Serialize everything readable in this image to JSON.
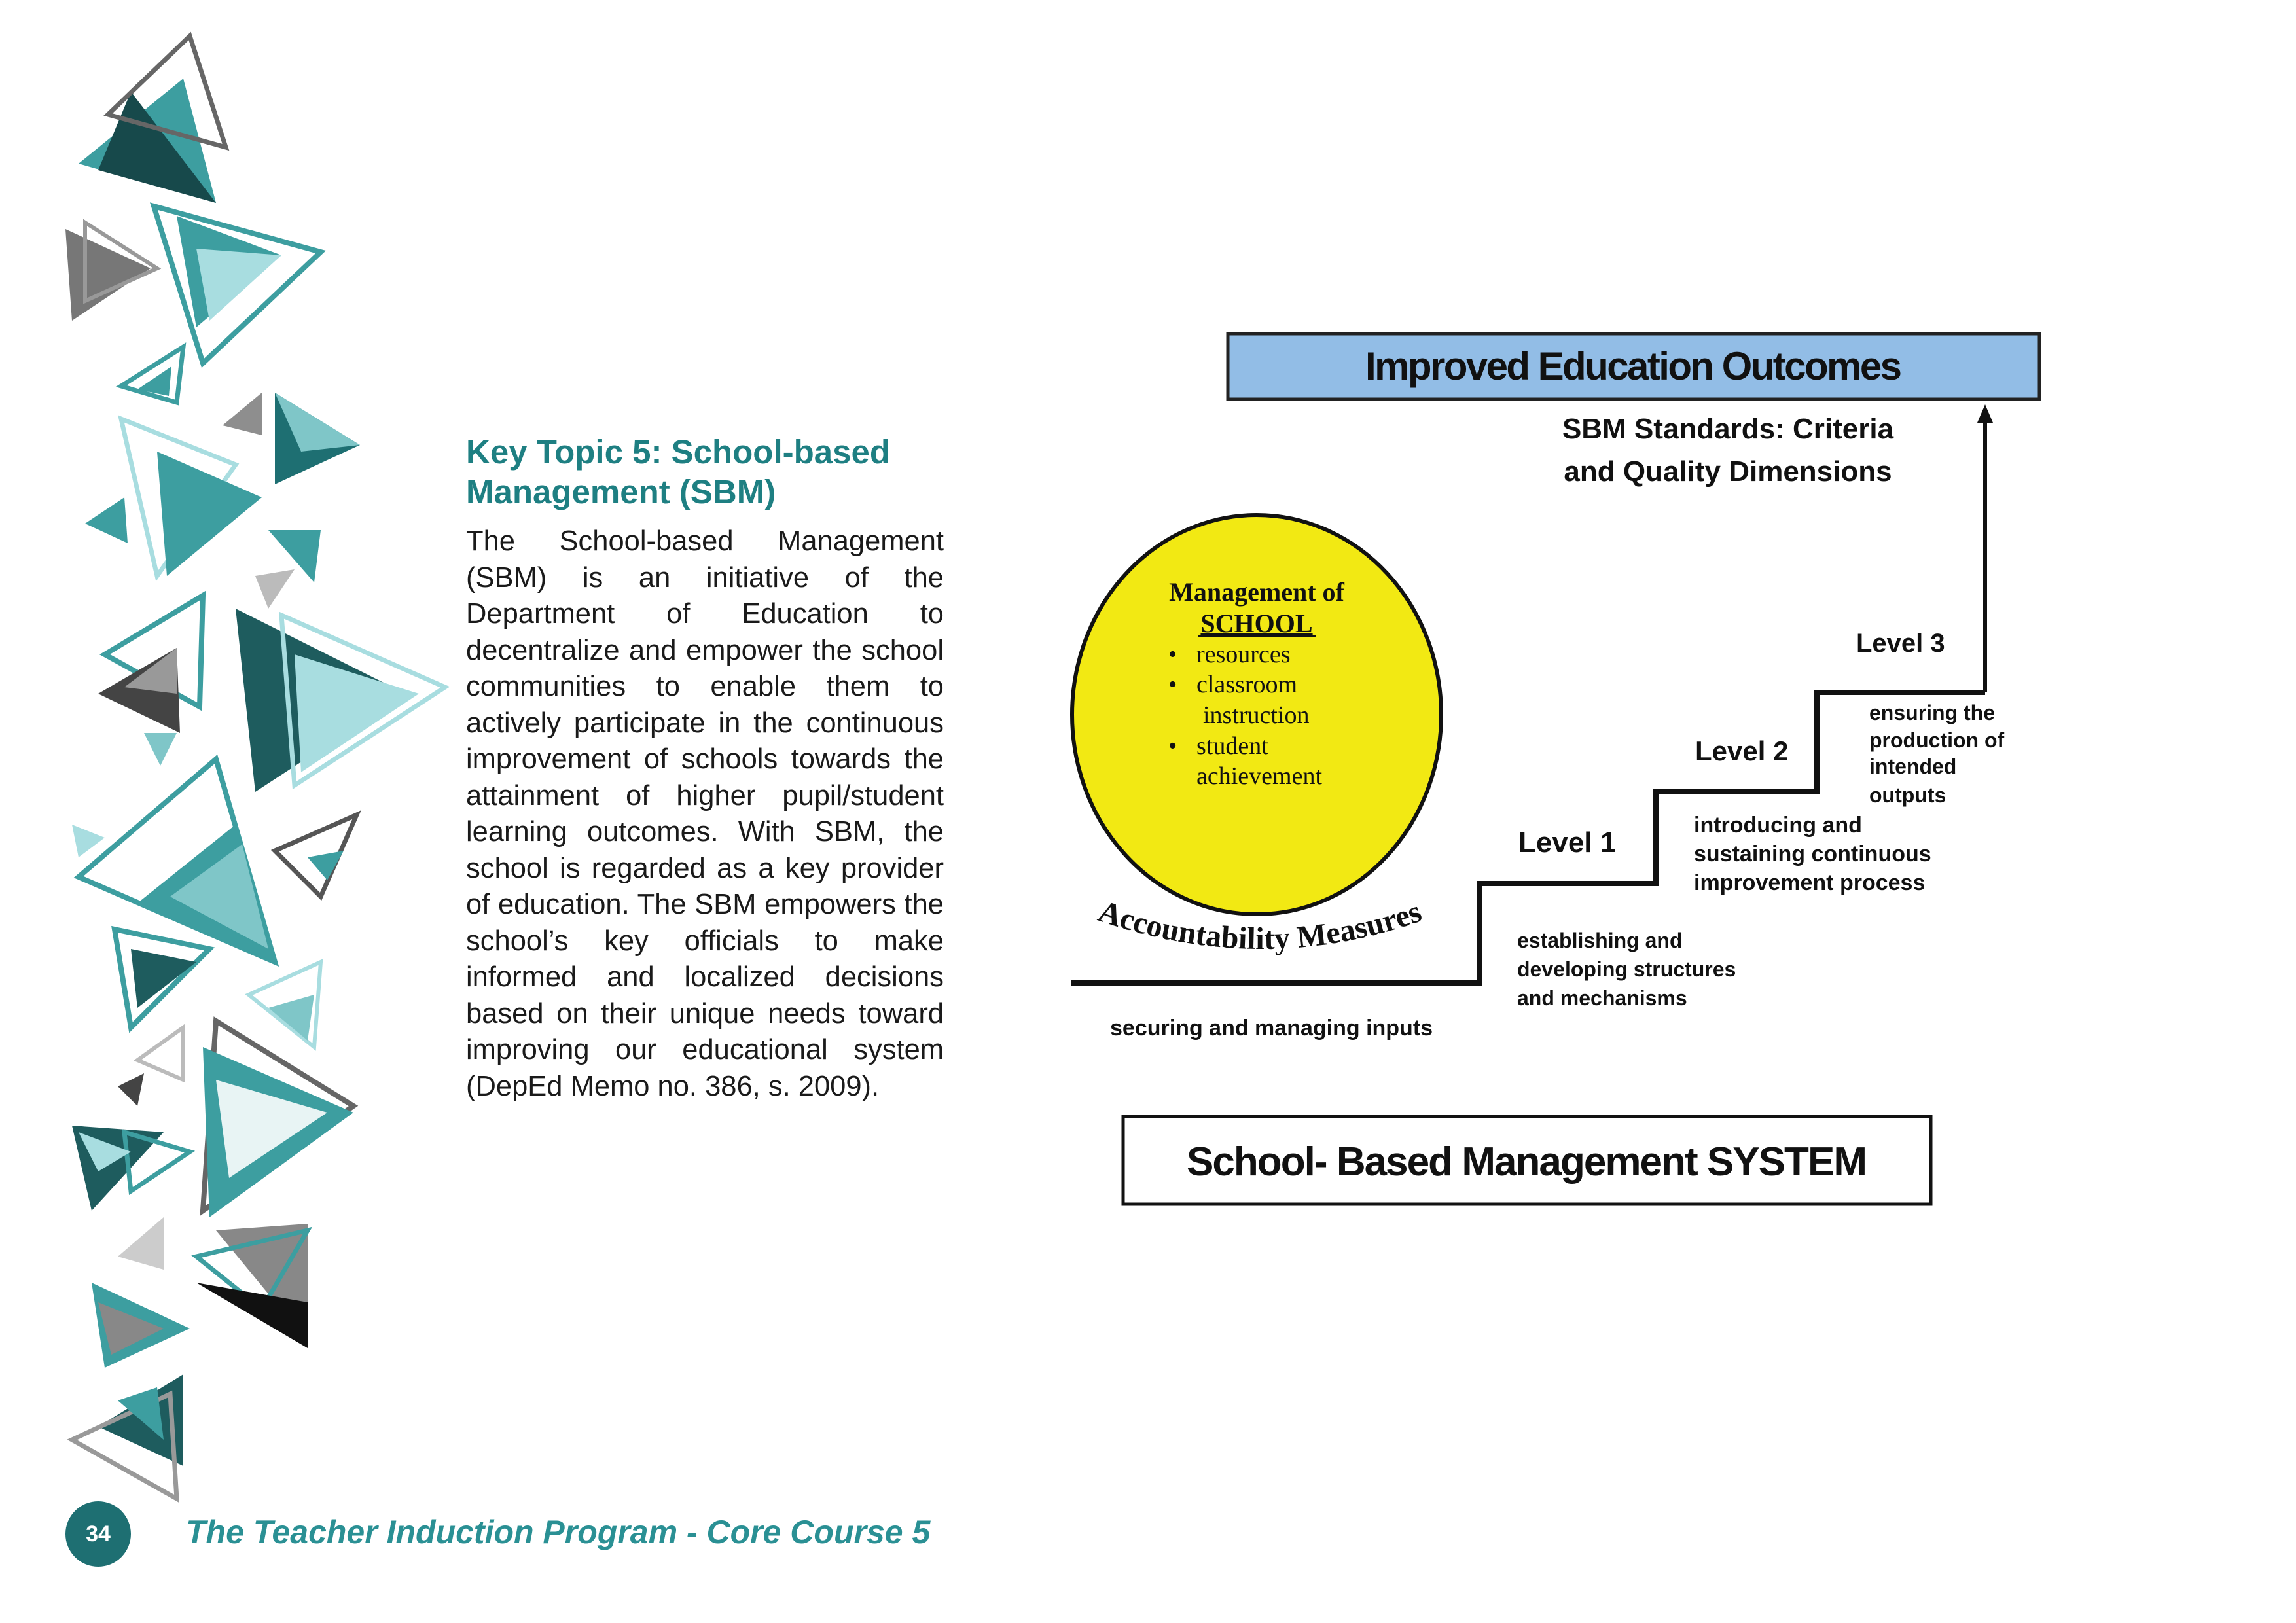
{
  "topic": {
    "title_line1": "Key Topic 5: School-based",
    "title_line2": "Management (SBM)",
    "body": "The School-based Management (SBM) is an initiative of the Department of Education to decentralize and empower the school communities to enable them to actively participate in the continuous improvement of schools towards the attainment of higher pupil/student learning outcomes. With SBM, the school is regarded as a key provider of education. The SBM empowers the school’s key officials to make informed and localized decisions based on their unique needs toward improving our educational system (DepEd Memo no. 386, s. 2009)."
  },
  "diagram": {
    "top_box": "Improved Education Outcomes",
    "standards_line1": "SBM Standards: Criteria",
    "standards_line2": "and Quality Dimensions",
    "circle": {
      "heading": "Management of",
      "subheading": "SCHOOL",
      "bullets": [
        "resources",
        "classroom",
        "student"
      ],
      "continuations": [
        "instruction",
        "achievement"
      ]
    },
    "accountability": "Accountability Measures",
    "levels": [
      "Level 1",
      "Level 2",
      "Level 3"
    ],
    "base_desc": "securing and managing inputs",
    "level1_desc": [
      "establishing and",
      "developing structures",
      "and mechanisms"
    ],
    "level2_desc": [
      "introducing and",
      "sustaining continuous",
      "improvement process"
    ],
    "level3_desc": [
      "ensuring the",
      "production of",
      "intended",
      "outputs"
    ],
    "bottom_box": "School- Based Management SYSTEM",
    "colors": {
      "top_box": "#92bde6",
      "circle": "#f2e913"
    }
  },
  "footer": {
    "page_number": "34",
    "title": "The Teacher Induction Program - Core Course 5"
  },
  "theme": {
    "teal": "#1e7f82",
    "dark_teal": "#1e6f72"
  }
}
